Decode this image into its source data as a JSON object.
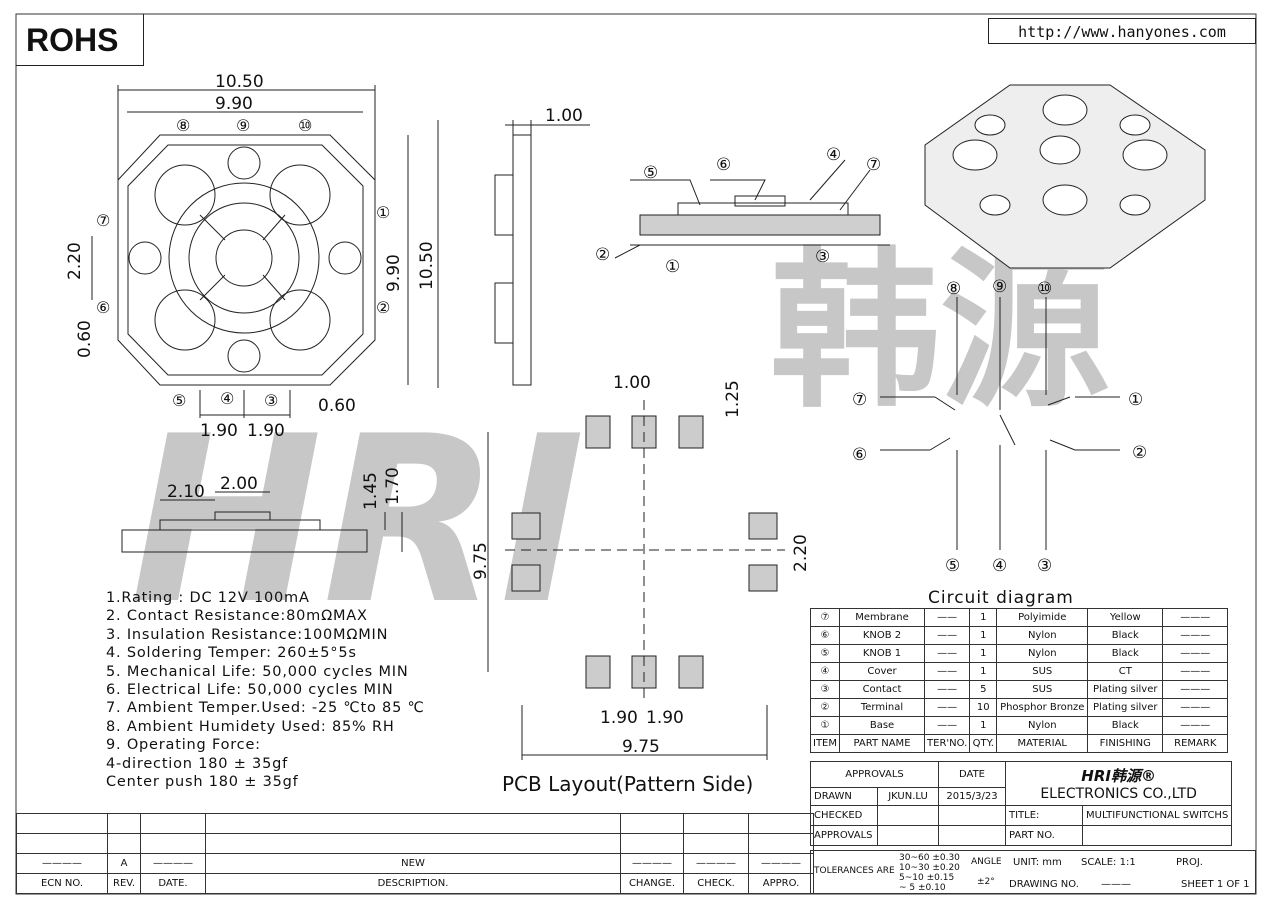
{
  "header": {
    "rohs": "ROHS",
    "url": "http://www.hanyones.com"
  },
  "watermark": {
    "letters": "HRI",
    "cjk": "韩源",
    "color": "#9a9a9a"
  },
  "dims": {
    "top": [
      "10.50",
      "9.90"
    ],
    "right": [
      "9.90",
      "10.50"
    ],
    "left": [
      "2.20",
      "0.60"
    ],
    "bottom": [
      "0.60",
      "1.90",
      "1.90"
    ],
    "side": "1.00",
    "front": [
      "2.10",
      "2.00",
      "1.45",
      "1.70"
    ],
    "pcb": [
      "1.00",
      "1.25",
      "9.75",
      "2.20",
      "1.90",
      "1.90",
      "9.75"
    ]
  },
  "pins": [
    "①",
    "②",
    "③",
    "④",
    "⑤",
    "⑥",
    "⑦",
    "⑧",
    "⑨",
    "⑩"
  ],
  "notes": [
    "1.Rating : DC 12V 100mA",
    "2. Contact Resistance:80mΩMAX",
    "3. Insulation Resistance:100MΩMIN",
    "4. Soldering Temper: 260±5°5s",
    "5. Mechanical Life: 50,000 cycles MIN",
    "6. Electrical Life: 50,000 cycles MIN",
    "7. Ambient Temper.Used: -25 ℃to 85 ℃",
    "8. Ambient Humidety Used: 85% RH",
    "9. Operating Force:",
    "4-direction 180 ± 35gf",
    "Center push 180 ± 35gf"
  ],
  "pcb_title": "PCB Layout(Pattern Side)",
  "circuit_title": "Circuit diagram",
  "bom": {
    "rows": [
      [
        "⑦",
        "Membrane",
        "——",
        "1",
        "Polyimide",
        "Yellow",
        "———"
      ],
      [
        "⑥",
        "KNOB 2",
        "——",
        "1",
        "Nylon",
        "Black",
        "———"
      ],
      [
        "⑤",
        "KNOB 1",
        "——",
        "1",
        "Nylon",
        "Black",
        "———"
      ],
      [
        "④",
        "Cover",
        "——",
        "1",
        "SUS",
        "CT",
        "———"
      ],
      [
        "③",
        "Contact",
        "——",
        "5",
        "SUS",
        "Plating silver",
        "———"
      ],
      [
        "②",
        "Terminal",
        "——",
        "10",
        "Phosphor Bronze",
        "Plating silver",
        "———"
      ],
      [
        "①",
        "Base",
        "——",
        "1",
        "Nylon",
        "Black",
        "———"
      ]
    ],
    "header": [
      "ITEM",
      "PART NAME",
      "TER'NO.",
      "QTY.",
      "MATERIAL",
      "FINISHING",
      "REMARK"
    ]
  },
  "title_block": {
    "approvals": "APPROVALS",
    "date": "DATE",
    "logo": "HRI韩源®",
    "company": "ELECTRONICS CO.,LTD",
    "drawn": "DRAWN",
    "drawn_by": "JKUN.LU",
    "drawn_date": "2015/3/23",
    "checked": "CHECKED",
    "title_label": "TITLE:",
    "title_value": "MULTIFUNCTIONAL SWITCHS",
    "approvals2": "APPROVALS",
    "part_no": "PART NO.",
    "tolerances": "TOLERANCES ARE",
    "tol": [
      [
        "30~60",
        "±0.30"
      ],
      [
        "10~30",
        "±0.20"
      ],
      [
        "5~10",
        "±0.15"
      ],
      [
        "~ 5",
        "±0.10"
      ]
    ],
    "angle": "ANGLE",
    "angle_val": "±2°",
    "unit": "UNIT: mm",
    "scale": "SCALE:",
    "scale_val": "1:1",
    "proj": "PROJ.",
    "drawing_no": "DRAWING NO.",
    "drawing_val": "———",
    "sheet": "SHEET",
    "sheet_val": "1 OF 1"
  },
  "revision": {
    "row": [
      "————",
      "A",
      "————",
      "NEW",
      "————",
      "————",
      "————"
    ],
    "header": [
      "ECN NO.",
      "REV.",
      "DATE.",
      "DESCRIPTION.",
      "CHANGE.",
      "CHECK.",
      "APPRO."
    ]
  }
}
